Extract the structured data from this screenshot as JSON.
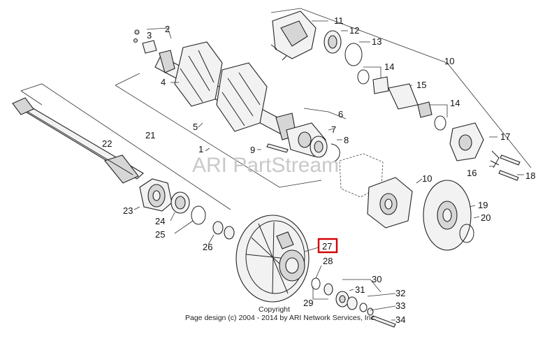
{
  "watermark": "ARI PartStream",
  "footer": {
    "line1": "Copyright",
    "line2": "Page design (c) 2004 - 2014 by ARI Network Services, Inc."
  },
  "callouts": {
    "c1": "1",
    "c2": "2",
    "c3": "3",
    "c4": "4",
    "c5": "5",
    "c6": "6",
    "c7": "7",
    "c8": "8",
    "c9": "9",
    "c10a": "10",
    "c10b": "10",
    "c11": "11",
    "c12": "12",
    "c13": "13",
    "c14a": "14",
    "c14b": "14",
    "c15": "15",
    "c16": "16",
    "c17": "17",
    "c18": "18",
    "c19": "19",
    "c20": "20",
    "c21": "21",
    "c22": "22",
    "c23": "23",
    "c24": "24",
    "c25": "25",
    "c26": "26",
    "c27": "27",
    "c28": "28",
    "c29": "29",
    "c30": "30",
    "c31": "31",
    "c32": "32",
    "c33": "33",
    "c34": "34"
  },
  "selected_callout": "27",
  "colors": {
    "highlight": "#d40000",
    "line": "#222222",
    "watermark": "#c9c9c9"
  }
}
